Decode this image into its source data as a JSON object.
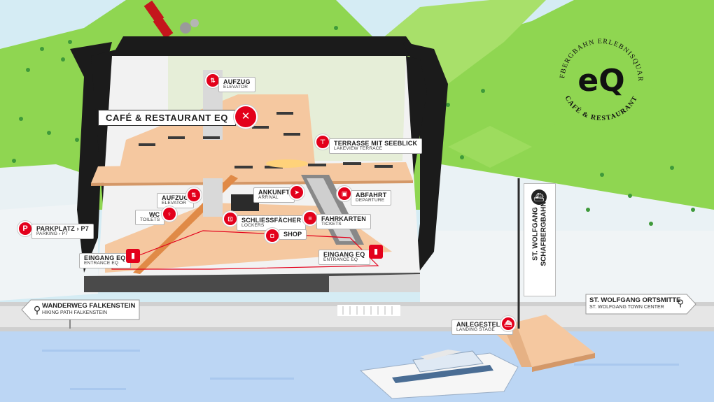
{
  "logo": {
    "mark": "eQ",
    "ring_text_top": "SCHAFBERGBAHN ERLEBNISQUARTIER",
    "ring_text_bottom": "CAFÉ & RESTAURANT"
  },
  "cafe": {
    "title": "CAFÉ & RESTAURANT EQ",
    "icon": "cutlery-icon"
  },
  "labels": {
    "aufzug_top": {
      "main": "AUFZUG",
      "sub": "ELEVATOR",
      "icon": "elevator-icon"
    },
    "terrasse": {
      "main": "TERRASSE MIT SEEBLICK",
      "sub": "LAKEVIEW TERRACE",
      "icon": "table-icon"
    },
    "aufzug_mid": {
      "main": "AUFZUG",
      "sub": "ELEVATOR",
      "icon": "elevator-icon"
    },
    "wc": {
      "main": "WC",
      "sub": "TOILETS",
      "icon": "toilet-icon"
    },
    "ankunft": {
      "main": "ANKUNFT",
      "sub": "ARRIVAL",
      "icon": "train-icon"
    },
    "abfahrt": {
      "main": "ABFAHRT",
      "sub": "DEPARTURE",
      "icon": "train-icon"
    },
    "schliess": {
      "main": "SCHLIESSFÄCHER",
      "sub": "LOCKERS",
      "icon": "locker-icon"
    },
    "fahrkarten": {
      "main": "FAHRKARTEN",
      "sub": "TICKETS",
      "icon": "ticket-icon"
    },
    "shop": {
      "main": "SHOP",
      "icon": "shopping-bag-icon"
    },
    "parkplatz": {
      "main": "PARKPLATZ › P7",
      "sub": "PARKING › P7",
      "badge": "P"
    },
    "eingang_left": {
      "main": "EINGANG EQ",
      "sub": "ENTRANCE EQ",
      "icon": "door-icon"
    },
    "eingang_right": {
      "main": "EINGANG EQ",
      "sub": "ENTRANCE EQ",
      "icon": "door-icon"
    },
    "anlegestelle": {
      "main": "ANLEGESTELLE",
      "sub": "LANDING STAGE",
      "icon": "boat-icon"
    }
  },
  "signs": {
    "wanderweg": {
      "main": "WANDERWEG FALKENSTEIN",
      "sub": "HIKING PATH FALKENSTEIN",
      "icon": "hiker-icon"
    },
    "ortsmitte": {
      "main": "ST. WOLFGANG ORTSMITTE",
      "sub": "ST. WOLFGANG TOWN CENTER",
      "icon": "pedestrian-icon"
    },
    "schafbergbahn_line1": "ST. WOLFGANG",
    "schafbergbahn_line2": "SCHAFBERGBAHN",
    "schafbergbahn_icon": "boat-icon"
  },
  "colors": {
    "accent": "#e3001b",
    "grass": "#8fd651",
    "grass_dark": "#6fc23a",
    "lake": "#bcd6f4",
    "floor": "#f5c8a0",
    "frame": "#1b1b1b"
  }
}
